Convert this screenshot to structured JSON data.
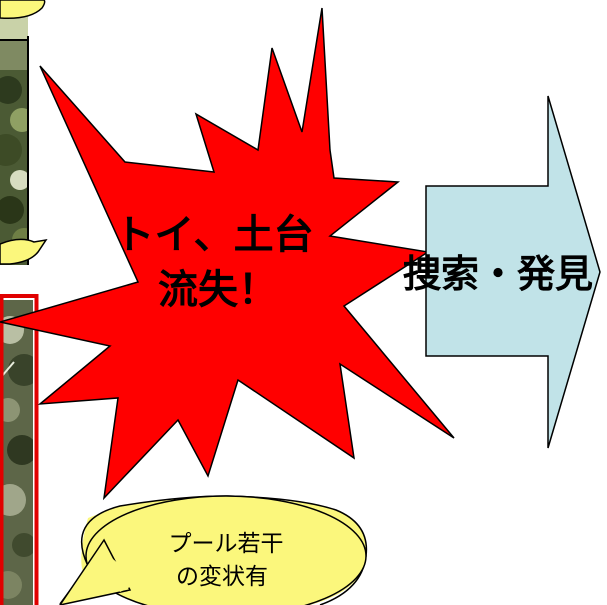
{
  "burst": {
    "line1": "トイ、土台",
    "line2": "流失！",
    "fill": "#ff0000",
    "stroke": "#000000"
  },
  "arrow": {
    "label": "捜索・発見",
    "fill": "#c1e3e8",
    "stroke": "#000000"
  },
  "callout": {
    "line1": "プール若干",
    "line2": "の変状有",
    "fill": "#fbf77c",
    "stroke": "#000000"
  },
  "colors": {
    "photo_frame": "#e00000",
    "foliage_dark": "#2d3a1e",
    "foliage_mid": "#5a6b3a",
    "foliage_light": "#c9d2a8",
    "callout_fill": "#fbf77c"
  }
}
